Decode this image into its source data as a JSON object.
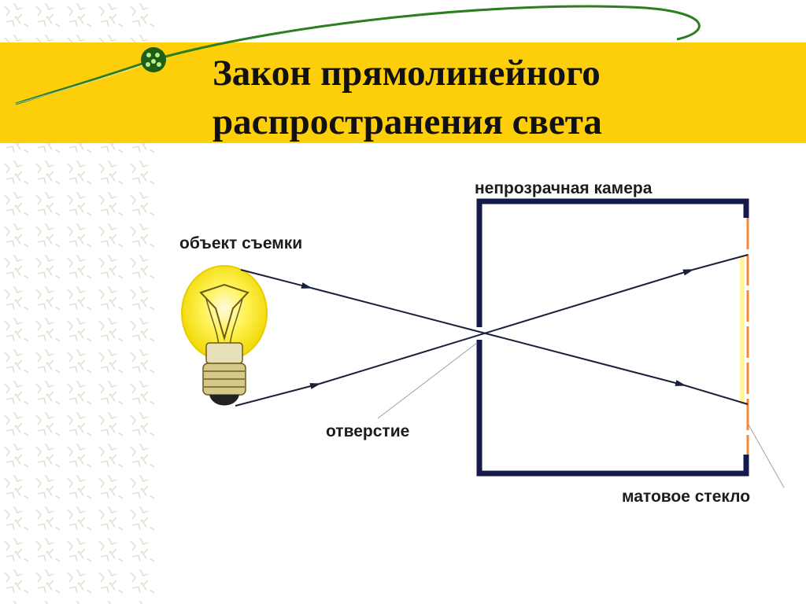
{
  "slide": {
    "title_lines": [
      "Закон прямолинейного",
      "распространения света"
    ]
  },
  "diagram": {
    "labels": {
      "object": "объект съемки",
      "aperture": "отверстие",
      "camera": "непрозрачная камера",
      "ground_glass": "матовое стекло"
    },
    "colors": {
      "band": "#fccf0a",
      "camera_wall": "#141a4a",
      "ray": "#1a1f3a",
      "glass_edge": "#f08a3a",
      "bulb_glow": "#f7e400",
      "image_strip": "#fff59a",
      "orbit_line": "#2e7d1e"
    }
  }
}
